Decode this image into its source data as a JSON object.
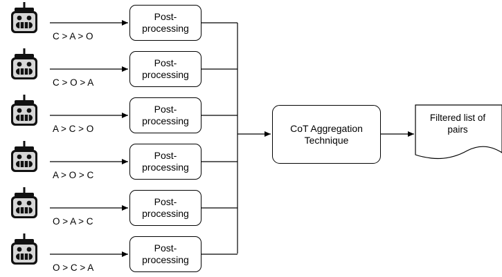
{
  "pipelines": [
    {
      "order": "C > A > O",
      "step": "Post-\nprocessing"
    },
    {
      "order": "C > O > A",
      "step": "Post-\nprocessing"
    },
    {
      "order": "A > C > O",
      "step": "Post-\nprocessing"
    },
    {
      "order": "A > O > C",
      "step": "Post-\nprocessing"
    },
    {
      "order": "O > A > C",
      "step": "Post-\nprocessing"
    },
    {
      "order": "O > C > A",
      "step": "Post-\nprocessing"
    }
  ],
  "aggregation": {
    "label": "CoT Aggregation\nTechnique"
  },
  "output": {
    "label": "Filtered list of\npairs"
  },
  "icons": {
    "agent": "robot-icon"
  }
}
